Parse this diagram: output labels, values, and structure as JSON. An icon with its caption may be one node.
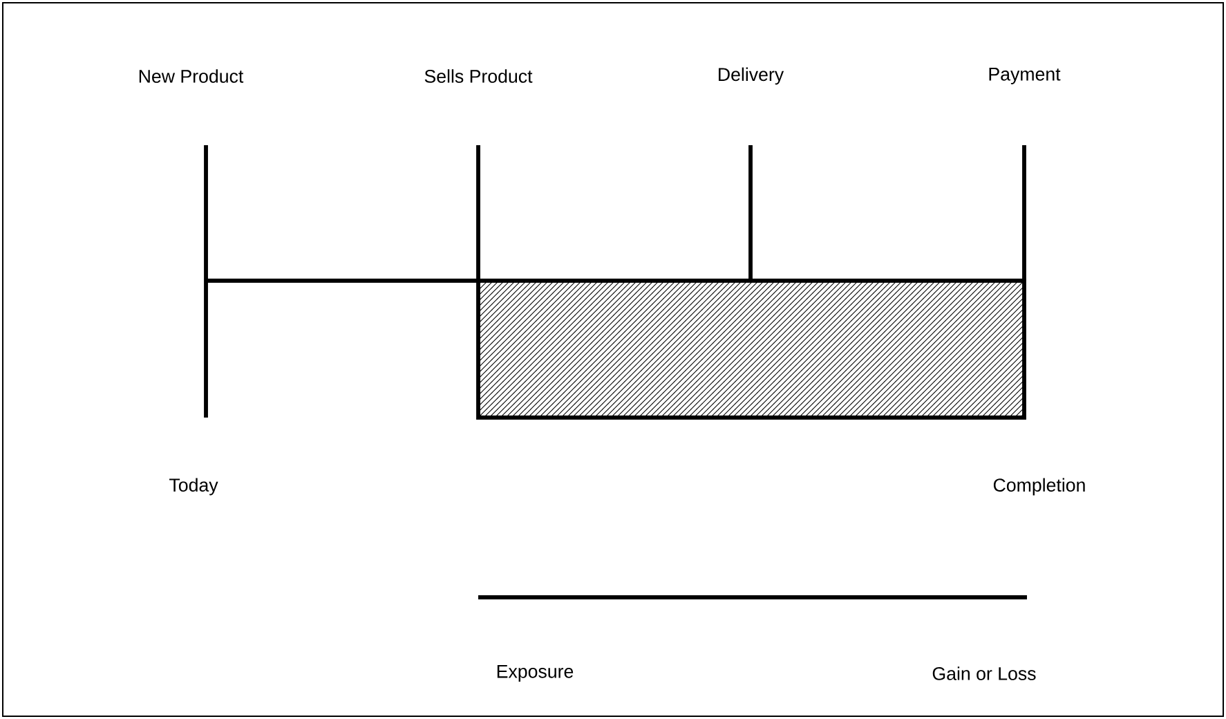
{
  "diagram": {
    "labels": [
      "New Product",
      "Sells Product",
      "Delivery",
      "Payment",
      "Today",
      "Completion",
      "Exposure",
      "Gain or Loss"
    ]
  }
}
